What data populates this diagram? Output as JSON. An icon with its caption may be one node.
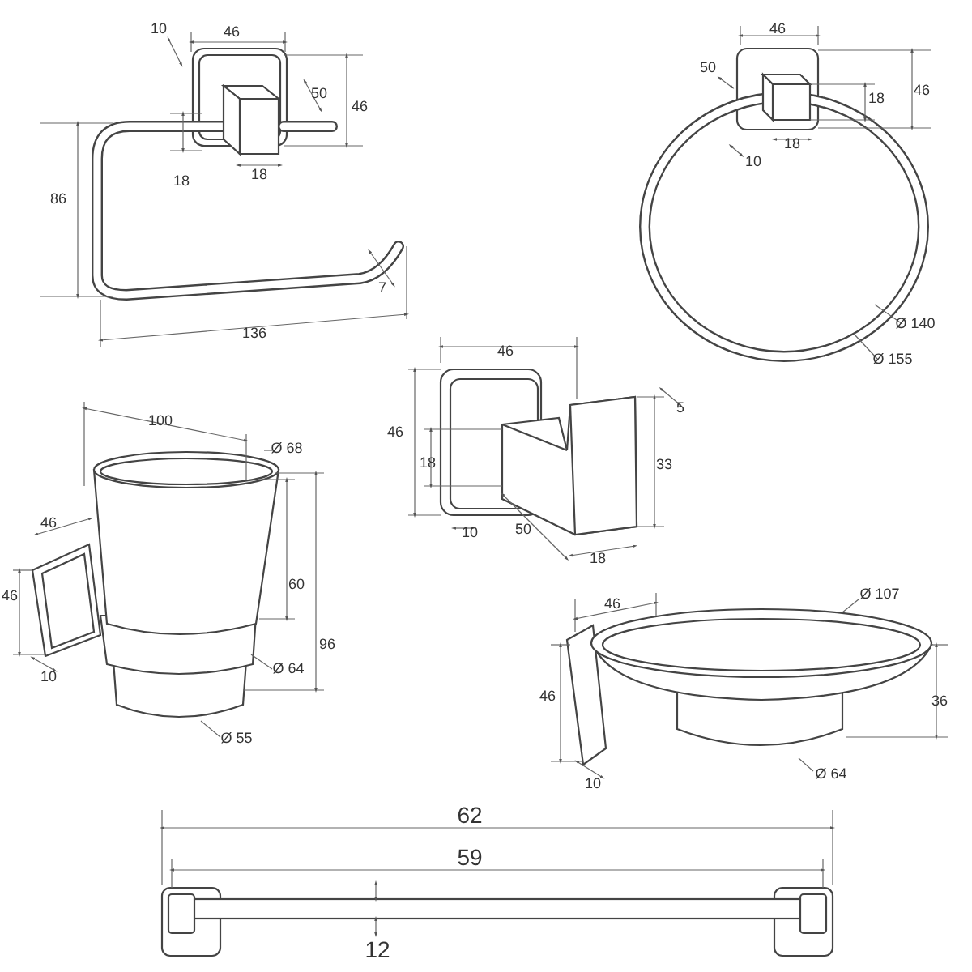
{
  "diagram": {
    "labels": [
      "10",
      "46",
      "50",
      "46",
      "86",
      "18",
      "18",
      "7",
      "136",
      "46",
      "50",
      "18",
      "46",
      "18",
      "10",
      "Ø 140",
      "Ø 155",
      "46",
      "46",
      "5",
      "18",
      "33",
      "10",
      "50",
      "18",
      "100",
      "Ø 68",
      "46",
      "46",
      "60",
      "96",
      "10",
      "Ø 64",
      "Ø 55",
      "46",
      "Ø 107",
      "46",
      "36",
      "10",
      "Ø 64",
      "62",
      "59",
      "12"
    ]
  }
}
